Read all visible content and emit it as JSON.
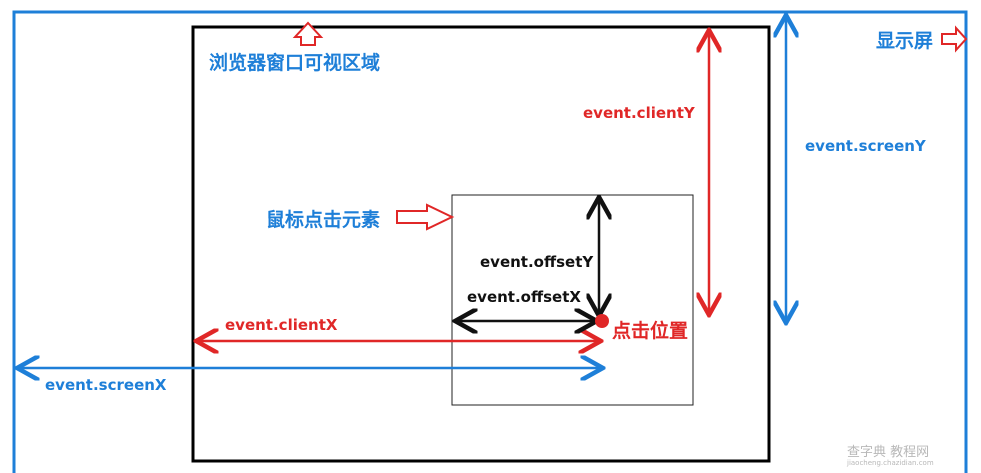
{
  "colors": {
    "screen": "#1e7fd8",
    "client": "#e02727",
    "offset": "#111111"
  },
  "labels": {
    "screen_label": "显示屏",
    "browser_label": "浏览器窗口可视区域",
    "element_label": "鼠标点击元素",
    "click_label": "点击位置",
    "client_y": "event.clientY",
    "screen_y": "event.screenY",
    "offset_y": "event.offsetY",
    "offset_x": "event.offsetX",
    "client_x": "event.clientX",
    "screen_x": "event.screenX"
  },
  "watermark": {
    "main": "查字典 教程网",
    "sub": "jiaocheng.chazidian.com"
  }
}
